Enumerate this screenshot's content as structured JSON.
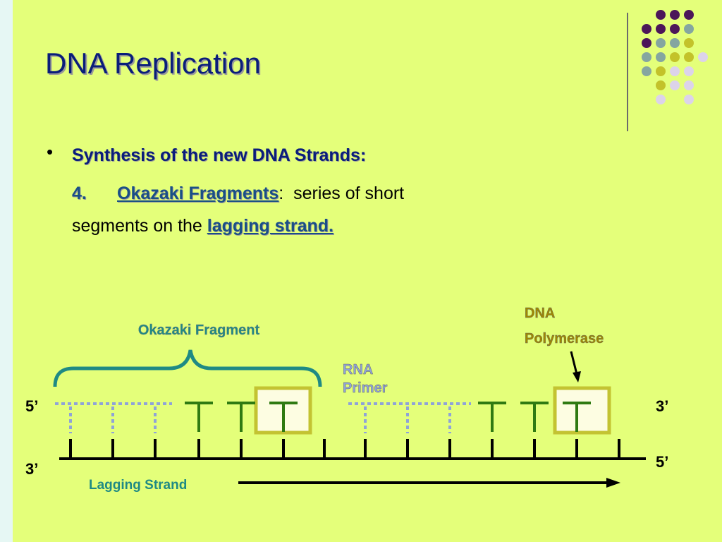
{
  "slide": {
    "title": "DNA Replication",
    "bullet_heading": "Synthesis of the new DNA Strands:",
    "item_number": "4.",
    "item_term": "Okazaki Fragments",
    "item_colon": ":",
    "item_rest": "series of short",
    "line3_prefix": "segments on the",
    "line3_term": "lagging strand."
  },
  "diagram": {
    "okazaki_label": "Okazaki Fragment",
    "rna_primer_line1": "RNA",
    "rna_primer_line2": "Primer",
    "polymerase_line1": "DNA",
    "polymerase_line2": "Polymerase",
    "lagging_strand_label": "Lagging Strand",
    "top_left_end": "5’",
    "bottom_left_end": "3’",
    "top_right_end": "3’",
    "bottom_right_end": "5’",
    "colors": {
      "background": "#e4ff7a",
      "fragment_green": "#2f7a12",
      "label_teal": "#1f8a84",
      "primer_blue": "#8fa3d8",
      "polymerase_fill": "#fdfde2",
      "polymerase_border": "#c3c332",
      "polymerase_text": "#a08800"
    }
  },
  "decoration": {
    "dot_colors": {
      "P": "#4c1659",
      "G": "#85a6a0",
      "Y": "#c3c22a",
      "L": "#dcd3ea"
    }
  }
}
